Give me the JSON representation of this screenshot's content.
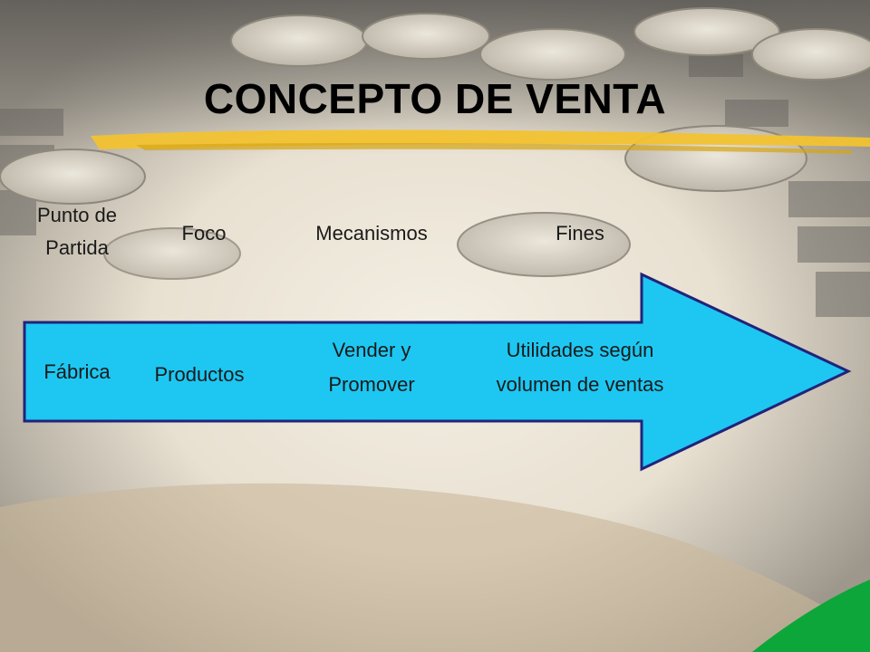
{
  "slide": {
    "title": "CONCEPTO DE VENTA",
    "headers": {
      "start_line1": "Punto de",
      "start_line2": "Partida",
      "focus": "Foco",
      "means": "Mecanismos",
      "ends": "Fines"
    },
    "arrow": {
      "start": "Fábrica",
      "focus": "Productos",
      "means_line1": "Vender y",
      "means_line2": "Promover",
      "ends_line1": "Utilidades según",
      "ends_line2": "volumen de ventas"
    }
  },
  "colors": {
    "arrow_fill": "#1DC7F2",
    "arrow_stroke": "#22237A",
    "underline": "#F2C230",
    "corner_green": "#0DA63A"
  }
}
